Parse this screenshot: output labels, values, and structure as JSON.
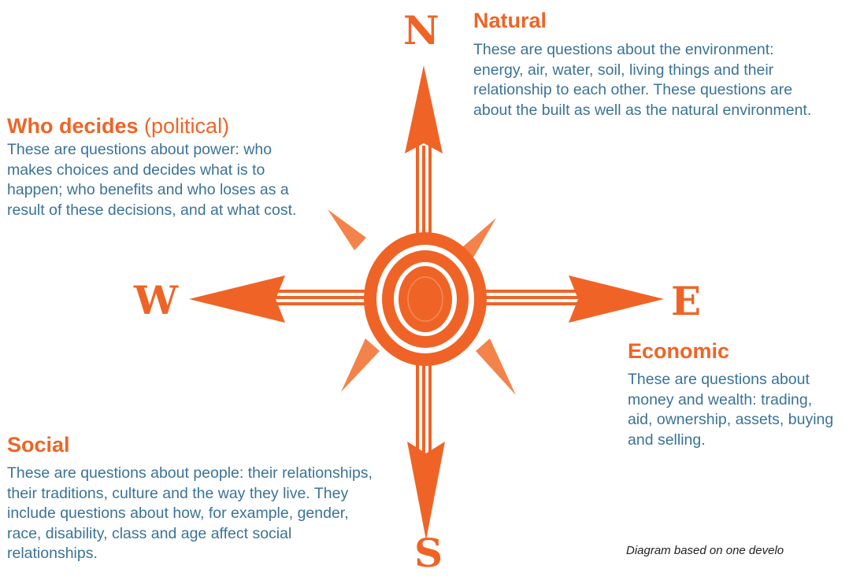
{
  "compass": {
    "north_letter": "N",
    "east_letter": "E",
    "south_letter": "S",
    "west_letter": "W",
    "colors": {
      "orange": "#ef6426",
      "light_orange": "#f3834a",
      "blue_text": "#3b7396"
    }
  },
  "natural": {
    "title": "Natural",
    "text": "These are questions about the environment: energy, air, water, soil, living things and their relationship to each other. These questions are about the built as well as the natural environment."
  },
  "political": {
    "title": "Who decides",
    "subtitle": " (political)",
    "text": "These are questions about power: who makes choices and decides what is to happen; who benefits and who loses as a result of these decisions, and at what cost."
  },
  "economic": {
    "title": "Economic",
    "text": "These are questions about money and wealth: trading, aid, ownership, assets, buying and selling."
  },
  "social": {
    "title": "Social",
    "text": "These are questions about people: their relationships, their traditions, culture and the way they live. They include questions about how, for example, gender, race, disability, class and age affect social relationships."
  },
  "credit": {
    "text": "Diagram based on one develo"
  }
}
